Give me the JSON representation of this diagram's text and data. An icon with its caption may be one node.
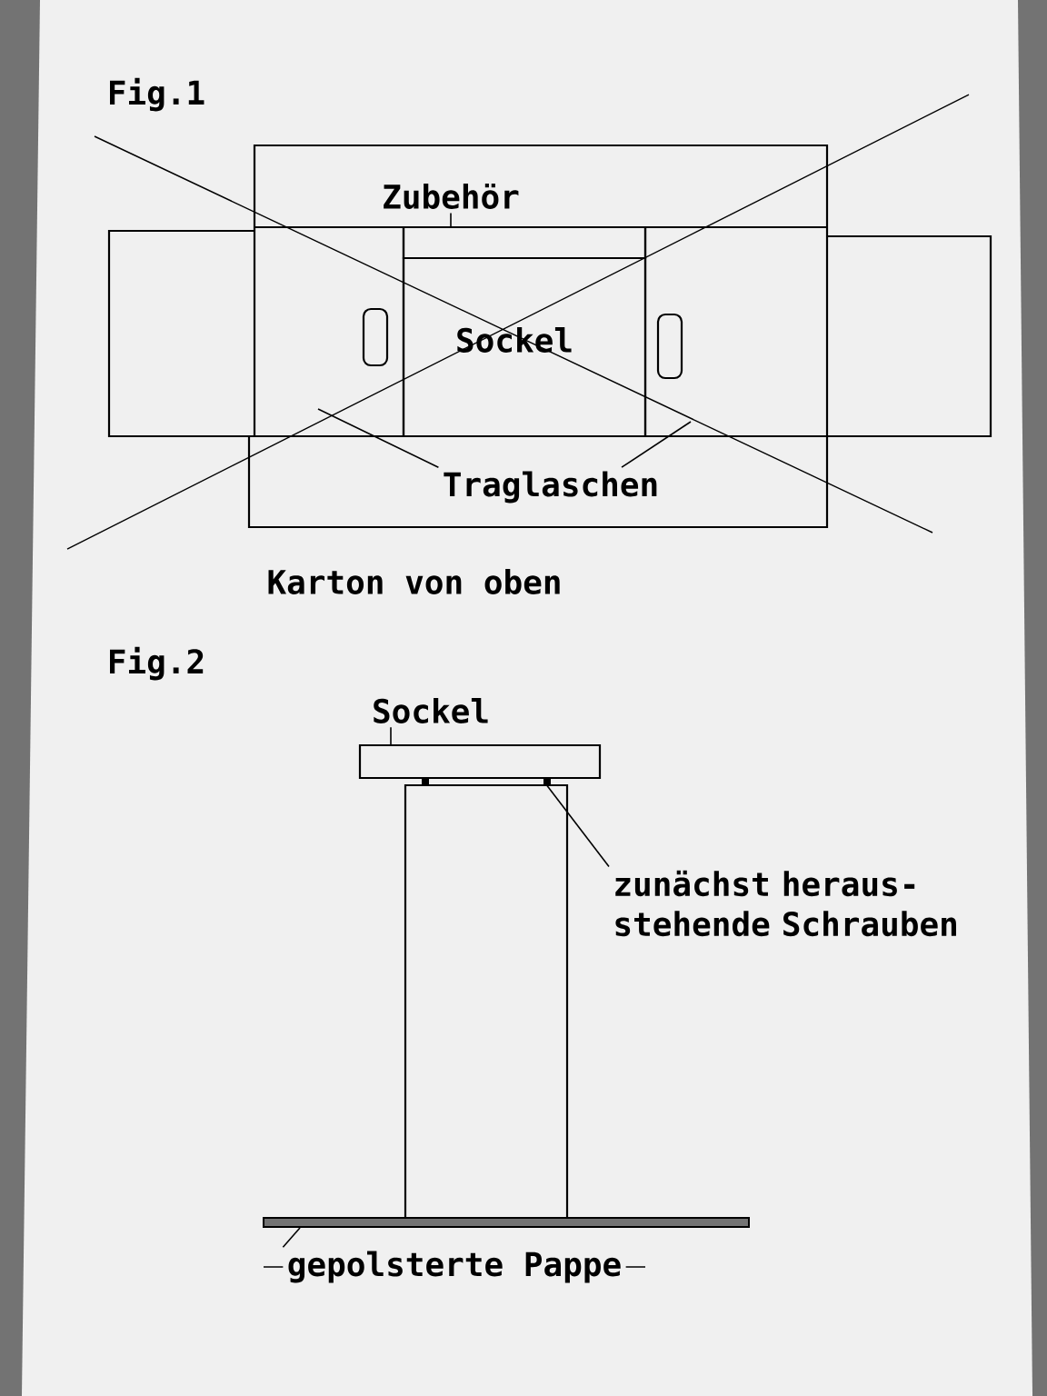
{
  "diagram": {
    "nodes": [
      {
        "text": [
          "Zubehör"
        ]
      },
      {
        "text": [],
        "shape": "box"
      },
      {
        "text": [
          "Sockel"
        ]
      },
      {
        "text": [
          "Traglaschen"
        ]
      },
      {
        "text": [
          "Sockel"
        ]
      },
      {
        "text": [],
        "shape": "box"
      },
      {
        "text": [
          "zunächst heraus- stehende Schrauben"
        ]
      },
      {
        "text": [],
        "shape": "box"
      },
      {
        "text": [
          "gepolsterte Pappe"
        ]
      },
      {
        "text": [],
        "shape": "bar"
      }
    ],
    "edges": [
      {
        "from": 0,
        "to": 1,
        "arrow": "none"
      },
      {
        "from": 3,
        "to": null,
        "arrow": "none"
      },
      {
        "from": 3,
        "to": null,
        "arrow": "none"
      },
      {
        "from": 4,
        "to": 5,
        "arrow": "none"
      },
      {
        "from": 6,
        "to": 7,
        "arrow": "none"
      },
      {
        "from": 8,
        "to": 9,
        "arrow": "none"
      }
    ],
    "labels": [
      "Fig.1",
      "Karton von oben",
      "Fig.2"
    ]
  }
}
